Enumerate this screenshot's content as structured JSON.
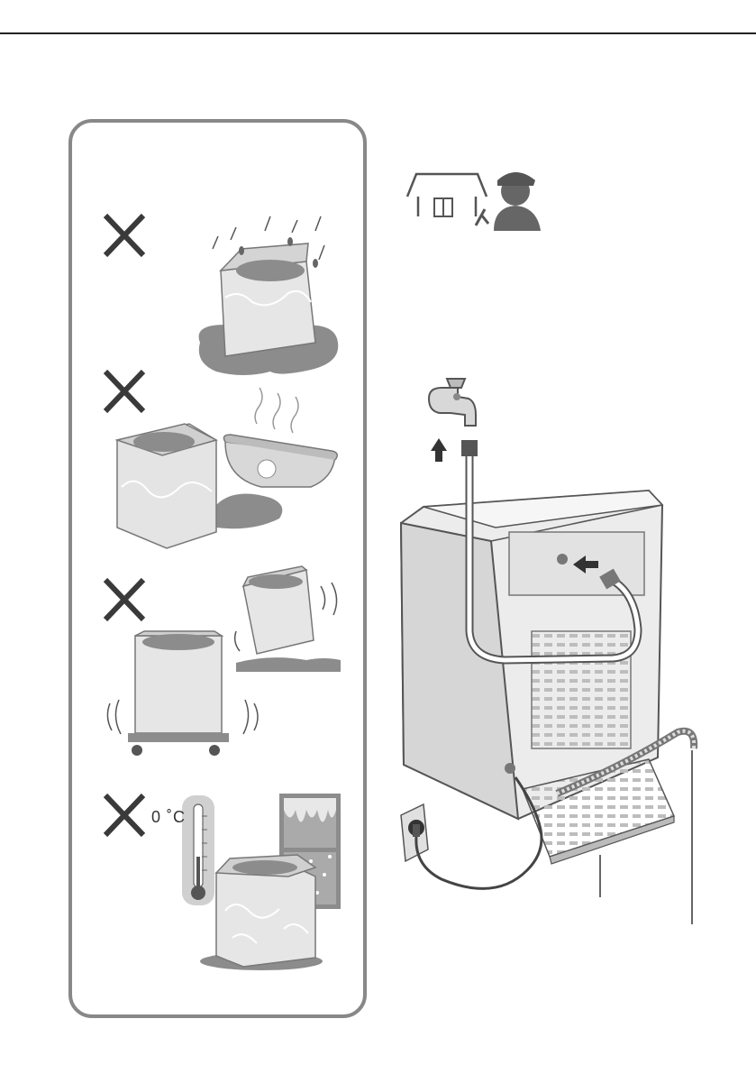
{
  "page": {
    "colors": {
      "rule": "#222222",
      "panel_border": "#888888",
      "ink": "#3a3a3a",
      "light": "#e8e8e8",
      "mid": "#8c8c8c",
      "dark": "#666666"
    }
  },
  "warnings": {
    "items": [
      {
        "id": "rain",
        "icon": "x-mark-icon"
      },
      {
        "id": "bathroom-humidity",
        "icon": "x-mark-icon"
      },
      {
        "id": "unstable-floor",
        "icon": "x-mark-icon"
      },
      {
        "id": "freezing",
        "icon": "x-mark-icon",
        "temperature_label": "0 ˚C"
      }
    ]
  },
  "installation": {
    "service_icon": "technician-service-icon",
    "icons": [
      "water-tap-icon",
      "arrow-up-icon",
      "inlet-arrow-icon",
      "power-plug-icon"
    ]
  }
}
